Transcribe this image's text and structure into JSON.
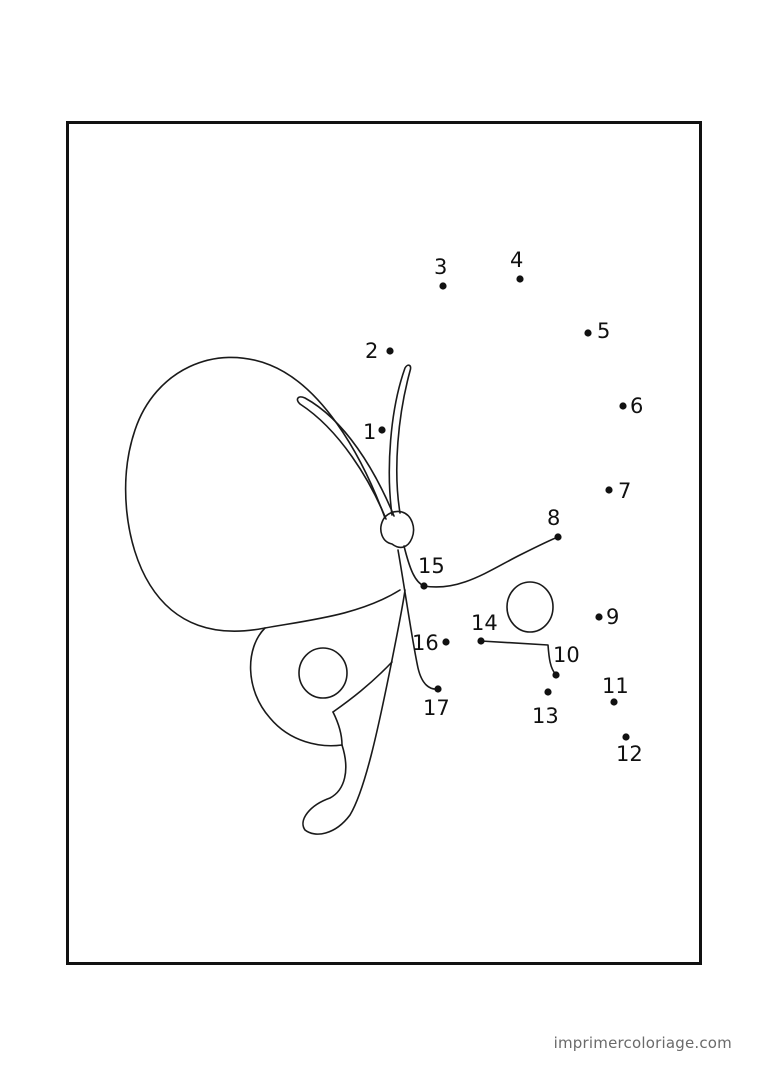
{
  "worksheet": {
    "dots": [
      {
        "label": "1"
      },
      {
        "label": "2"
      },
      {
        "label": "3"
      },
      {
        "label": "4"
      },
      {
        "label": "5"
      },
      {
        "label": "6"
      },
      {
        "label": "7"
      },
      {
        "label": "8"
      },
      {
        "label": "9"
      },
      {
        "label": "10"
      },
      {
        "label": "11"
      },
      {
        "label": "12"
      },
      {
        "label": "13"
      },
      {
        "label": "14"
      },
      {
        "label": "15"
      },
      {
        "label": "16"
      },
      {
        "label": "17"
      }
    ]
  },
  "footer": {
    "site": "imprimercoloriage.com"
  }
}
